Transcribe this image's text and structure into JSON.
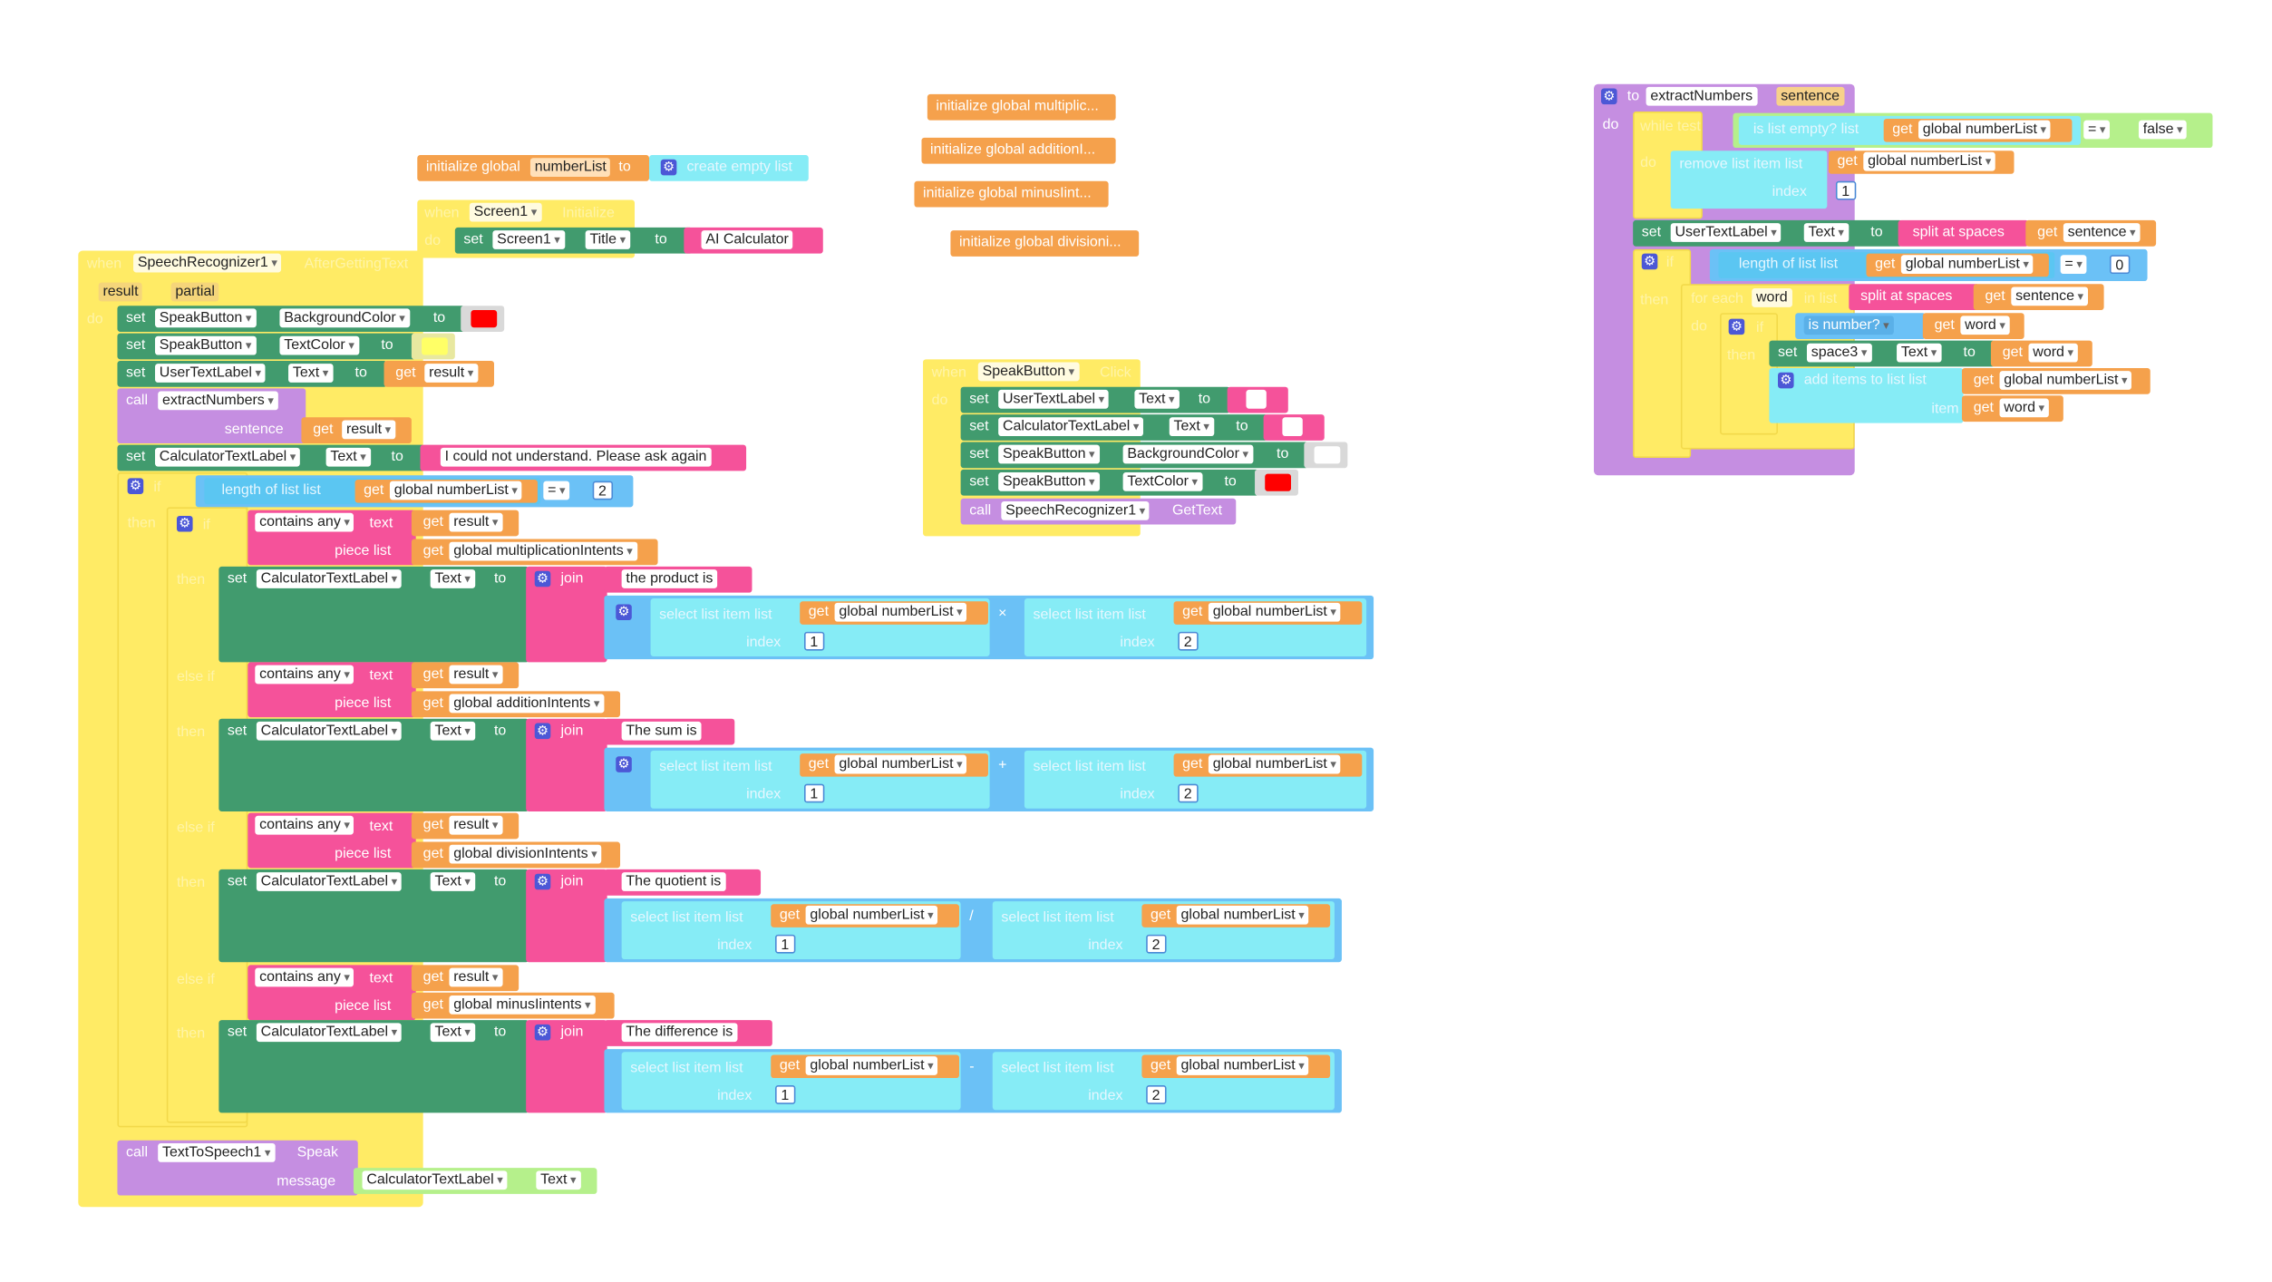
{
  "globals": {
    "init_numberlist": {
      "initialize": "initialize global",
      "name": "numberList",
      "to": "to",
      "value": "create empty list"
    },
    "collapsed": [
      "initialize global multiplic...",
      "initialize global additionI...",
      "initialize global minusIint...",
      "initialize global divisioni..."
    ]
  },
  "screen_init": {
    "when": "when",
    "component": "Screen1",
    "event": "Initialize",
    "do": "do",
    "set": "set",
    "target": "Screen1",
    "prop": "Title",
    "to": "to",
    "value": "AI Calculator"
  },
  "speech": {
    "when": "when",
    "component": "SpeechRecognizer1",
    "event": "AfterGettingText",
    "params": [
      "result",
      "partial"
    ],
    "do": "do",
    "set": "set",
    "to": "to",
    "get": "get",
    "call": "call",
    "s1": {
      "comp": "SpeakButton",
      "prop": "BackgroundColor"
    },
    "s2": {
      "comp": "SpeakButton",
      "prop": "TextColor"
    },
    "s3": {
      "comp": "UserTextLabel",
      "prop": "Text",
      "var": "result"
    },
    "call_proc": {
      "name": "extractNumbers",
      "arg": "sentence",
      "var": "result"
    },
    "s4": {
      "comp": "CalculatorTextLabel",
      "prop": "Text",
      "value": "I could not understand. Please ask again"
    },
    "if": "if",
    "then": "then",
    "else_if": "else if",
    "length_of_list": "length of list  list",
    "numberlist": "global numberList",
    "eq": "=",
    "two": "2",
    "one": "1",
    "contains_any": "contains any",
    "text_lbl": "text",
    "piece_list": "piece list",
    "result": "result",
    "join": "join",
    "select": "select list item  list",
    "index": "index",
    "branches": [
      {
        "intents": "global multiplicationIntents",
        "msg": "the product is",
        "op": "×"
      },
      {
        "intents": "global additionIntents",
        "msg": "The sum is",
        "op": "+"
      },
      {
        "intents": "global divisionIntents",
        "msg": "The quotient is",
        "op": "/"
      },
      {
        "intents": "global minusIintents",
        "msg": "The difference is",
        "op": "-"
      }
    ],
    "tts": {
      "comp": "TextToSpeech1",
      "method": "Speak",
      "message": "message",
      "label": "CalculatorTextLabel",
      "prop": "Text"
    }
  },
  "speak_click": {
    "when": "when",
    "component": "SpeakButton",
    "event": "Click",
    "do": "do",
    "rows": [
      {
        "comp": "UserTextLabel",
        "prop": "Text"
      },
      {
        "comp": "CalculatorTextLabel",
        "prop": "Text"
      },
      {
        "comp": "SpeakButton",
        "prop": "BackgroundColor"
      },
      {
        "comp": "SpeakButton",
        "prop": "TextColor"
      }
    ],
    "call": {
      "comp": "SpeechRecognizer1",
      "method": "GetText"
    }
  },
  "extract": {
    "to": "to",
    "name": "extractNumbers",
    "param": "sentence",
    "do": "do",
    "while": "while  test",
    "is_list_empty": "is list empty?  list",
    "false": "false",
    "remove": "remove list item  list",
    "index": "index",
    "one": "1",
    "set_comp": "UserTextLabel",
    "prop": "Text",
    "split": "split at spaces",
    "sentence": "sentence",
    "length": "length of list  list",
    "zero": "0",
    "for_each": "for each",
    "word": "word",
    "in_list": "in list",
    "is_number": "is number?",
    "space3": "space3",
    "add_items": "add items to list  list",
    "item": "item"
  },
  "colors": {
    "red_swatch": "#ff0000",
    "yellow_swatch": "#ffff66",
    "white_swatch": "#ffffff"
  }
}
